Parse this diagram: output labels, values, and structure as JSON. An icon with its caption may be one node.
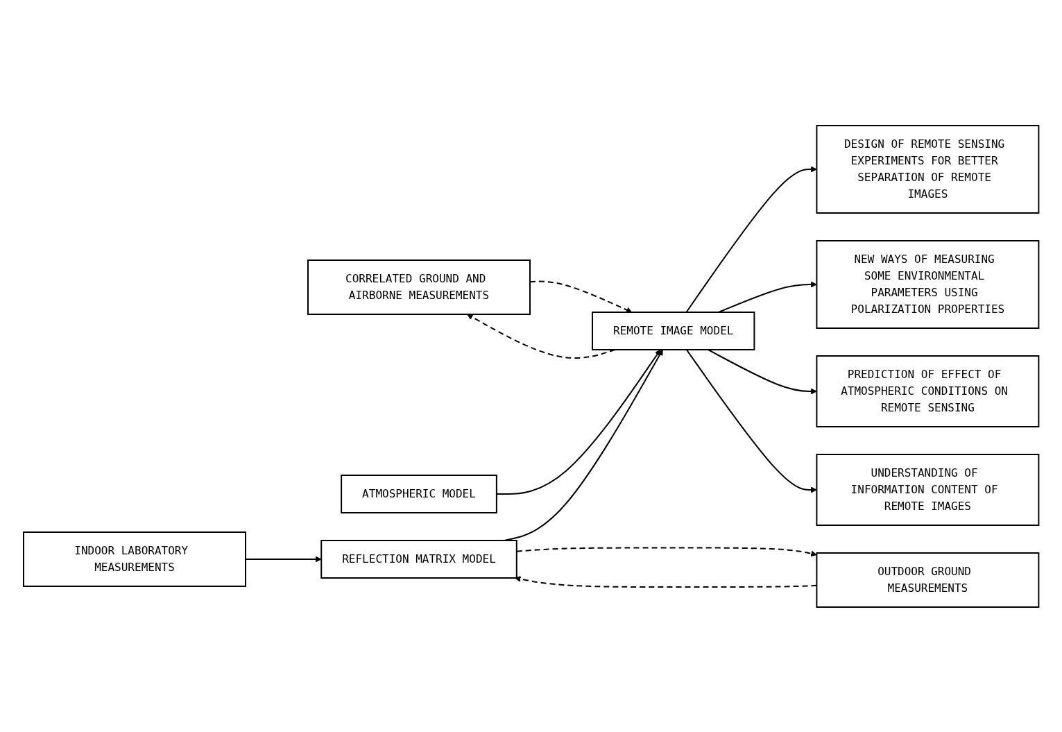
{
  "diagram": {
    "nodes": [
      {
        "text": [
          "CORRELATED GROUND AND AIRBORNE MEASUREMENTS"
        ]
      },
      {
        "text": [
          "ATMOSPHERIC MODEL"
        ]
      },
      {
        "text": [
          "REMOTE IMAGE MODEL"
        ]
      },
      {
        "text": [
          "DESIGN OF REMOTE SENSING EXPERIMENTS FOR BETTER SEPARATION OF REMOTE IMAGES"
        ]
      },
      {
        "text": [
          "NEW WAYS OF MEASURING SOME ENVIRONMENTAL PARAMETERS USING POLARIZATION PROPERTIES"
        ]
      },
      {
        "text": [
          "INDOOR LABORATORY MEASUREMENTS"
        ]
      },
      {
        "text": [
          "REFLECTION MATRIX MODEL"
        ]
      },
      {
        "text": [
          "PREDICTION OF EFFECT OF ATMOSPHERIC CONDITIONS ON REMOTE SENSING"
        ]
      },
      {
        "text": [
          "OUTDOOR GROUND MEASUREMENTS"
        ]
      },
      {
        "text": [
          "UNDERSTANDING OF INFORMATION CONTENT OF REMOTE IMAGES"
        ]
      }
    ],
    "edges": [
      {
        "from": 0,
        "to": 2,
        "arrow": "to",
        "style": "dashed"
      },
      {
        "from": 2,
        "to": 0,
        "arrow": "to",
        "style": "dashed"
      },
      {
        "from": 1,
        "to": 2,
        "arrow": "to"
      },
      {
        "from": 2,
        "to": 3,
        "arrow": "to"
      },
      {
        "from": 2,
        "to": 4,
        "arrow": "to"
      },
      {
        "from": 2,
        "to": 7,
        "arrow": "to"
      },
      {
        "from": 2,
        "to": 9,
        "arrow": "to"
      },
      {
        "from": 5,
        "to": 6,
        "arrow": "to"
      },
      {
        "from": 6,
        "to": 2,
        "arrow": "to"
      },
      {
        "from": 6,
        "to": 8,
        "arrow": "to",
        "style": "dashed"
      },
      {
        "from": 8,
        "to": 6,
        "arrow": "to",
        "style": "dashed"
      }
    ]
  }
}
